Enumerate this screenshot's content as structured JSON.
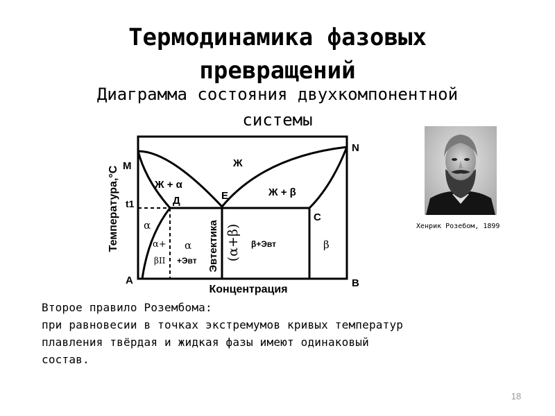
{
  "slide": {
    "title_line1": "Термодинамика фазовых",
    "title_line2": "превращений",
    "subtitle_line1": "Диаграмма состояния двухкомпонентной",
    "subtitle_line2": "системы",
    "number": "18"
  },
  "diagram": {
    "y_axis_label": "Температура,°С",
    "x_axis_label": "Концентрация",
    "eutectic_label": "Эвтектика",
    "points": {
      "M": "M",
      "N": "N",
      "A": "A",
      "B": "B",
      "E": "E",
      "D": "Д",
      "C": "C",
      "t1": "t1"
    },
    "regions": {
      "liquid": "Ж",
      "liquid_alpha": "Ж + α",
      "liquid_beta": "Ж + β",
      "alpha": "α",
      "alpha_plus": "α+",
      "beta_ii": "βII",
      "alpha_evt_symbol": "α",
      "alpha_evt": "+Эвт",
      "alpha_beta": "(α+β)",
      "beta_evt": "β+Эвт",
      "beta": "β"
    },
    "colors": {
      "line": "#000000",
      "background": "#ffffff"
    }
  },
  "portrait": {
    "caption": "Хенрик Розебом, 1899"
  },
  "rule": {
    "heading": "Второе правило Розембома:",
    "line1": "при равновесии в точках экстремумов кривых температур",
    "line2": "плавления твёрдая и жидкая фазы имеют одинаковый",
    "line3": "состав."
  }
}
